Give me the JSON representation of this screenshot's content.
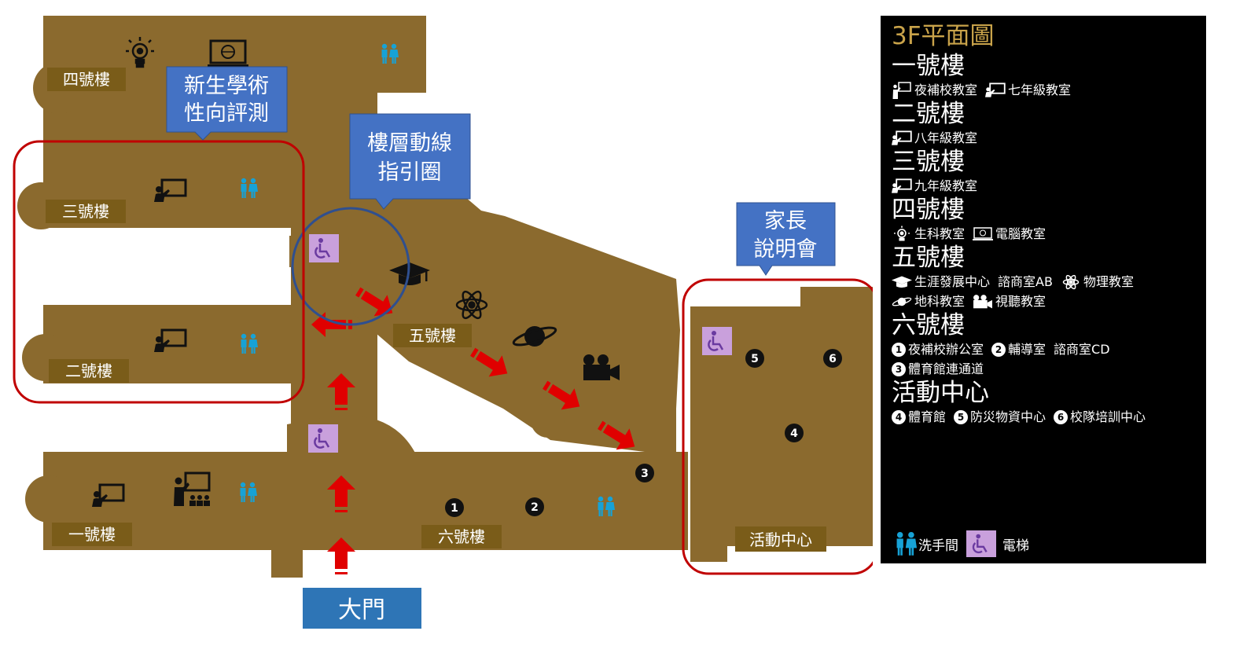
{
  "map": {
    "buildings": {
      "b4": "四號樓",
      "b3": "三號樓",
      "b2": "二號樓",
      "b1": "一號樓",
      "b5": "五號樓",
      "b6": "六號樓",
      "activity": "活動中心"
    },
    "callouts": {
      "assessment": [
        "新生學術",
        "性向評測"
      ],
      "guide": [
        "樓層動線",
        "指引圈"
      ],
      "parents": [
        "家長",
        "說明會"
      ]
    },
    "gate": "大門",
    "numbers": [
      "1",
      "2",
      "3",
      "4",
      "5",
      "6"
    ],
    "colors": {
      "floor": "#8b6a2e",
      "label_bg": "#7a5c19",
      "callout": "#4472c4",
      "gate": "#2e75b6",
      "arrow": "#e00000",
      "highlight": "#c00000",
      "guide_circle": "#2f4f8f",
      "elevator": "#c9a0dc",
      "restroom": "#17a2d6"
    },
    "icons": [
      "lightbulb-icon",
      "computer-icon",
      "restroom-icon",
      "classroom-board-icon",
      "teacher-icon",
      "elevator-icon",
      "graduation-cap-icon",
      "atom-icon",
      "planet-icon",
      "video-camera-icon",
      "arrow-icon"
    ]
  },
  "legend": {
    "title": "3F平面圖",
    "sections": [
      {
        "name": "一號樓",
        "items": [
          {
            "icon": "teacher-icon",
            "text": "夜補校教室"
          },
          {
            "icon": "classroom-board-icon",
            "text": "七年級教室"
          }
        ]
      },
      {
        "name": "二號樓",
        "items": [
          {
            "icon": "classroom-board-icon",
            "text": "八年級教室"
          }
        ]
      },
      {
        "name": "三號樓",
        "items": [
          {
            "icon": "classroom-board-icon",
            "text": "九年級教室"
          }
        ]
      },
      {
        "name": "四號樓",
        "items": [
          {
            "icon": "lightbulb-icon",
            "text": "生科教室"
          },
          {
            "icon": "computer-icon",
            "text": "電腦教室"
          }
        ]
      },
      {
        "name": "五號樓",
        "rows": [
          [
            {
              "icon": "graduation-cap-icon",
              "text": "生涯發展中心"
            },
            {
              "icon": "",
              "text": "諮商室AB"
            },
            {
              "icon": "atom-icon",
              "text": "物理教室"
            }
          ],
          [
            {
              "icon": "planet-icon",
              "text": "地科教室"
            },
            {
              "icon": "video-camera-icon",
              "text": "視聽教室"
            }
          ]
        ]
      },
      {
        "name": "六號樓",
        "rows": [
          [
            {
              "num": "1",
              "text": "夜補校辦公室"
            },
            {
              "num": "2",
              "text": "輔導室"
            },
            {
              "num": "",
              "text": "諮商室CD"
            }
          ],
          [
            {
              "num": "3",
              "text": "體育館連通道"
            }
          ]
        ]
      },
      {
        "name": "活動中心",
        "rows": [
          [
            {
              "num": "4",
              "text": "體育館"
            },
            {
              "num": "5",
              "text": "防災物資中心"
            },
            {
              "num": "6",
              "text": "校隊培訓中心"
            }
          ]
        ]
      }
    ],
    "restroom": "洗手間",
    "elevator": "電梯"
  }
}
